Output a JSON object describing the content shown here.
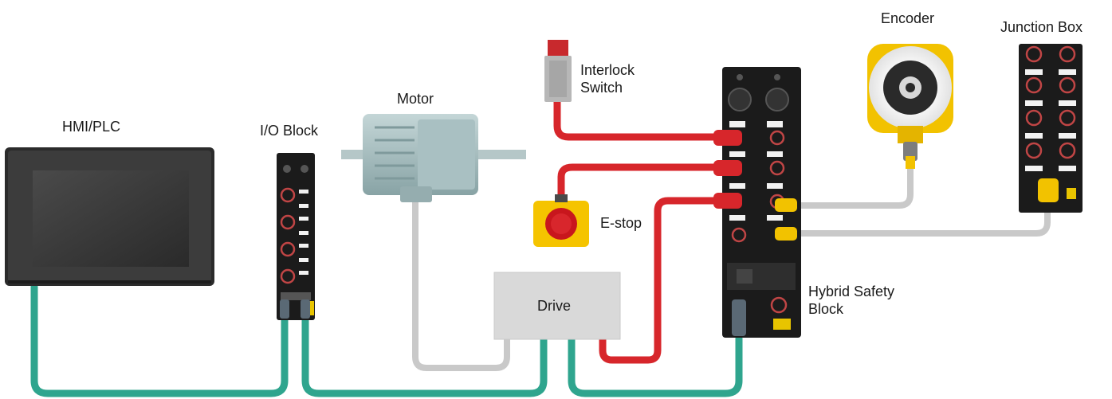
{
  "labels": {
    "hmi": "HMI/PLC",
    "io_block": "I/O Block",
    "motor": "Motor",
    "interlock_line1": "Interlock",
    "interlock_line2": "Switch",
    "estop": "E-stop",
    "drive": "Drive",
    "encoder": "Encoder",
    "junction_box": "Junction Box",
    "hybrid_line1": "Hybrid Safety",
    "hybrid_line2": "Block"
  },
  "colors": {
    "ethernet_cable": "#2fa58e",
    "safety_cable": "#d7262b",
    "sensor_cable": "#c9c9c9",
    "module_body": "#1b1b1b",
    "drive_box": "#d9d9d9",
    "motor_body": "#9fb7b9",
    "encoder_yellow": "#f2c200",
    "estop_yellow": "#f5c400",
    "estop_red": "#c8161d"
  }
}
